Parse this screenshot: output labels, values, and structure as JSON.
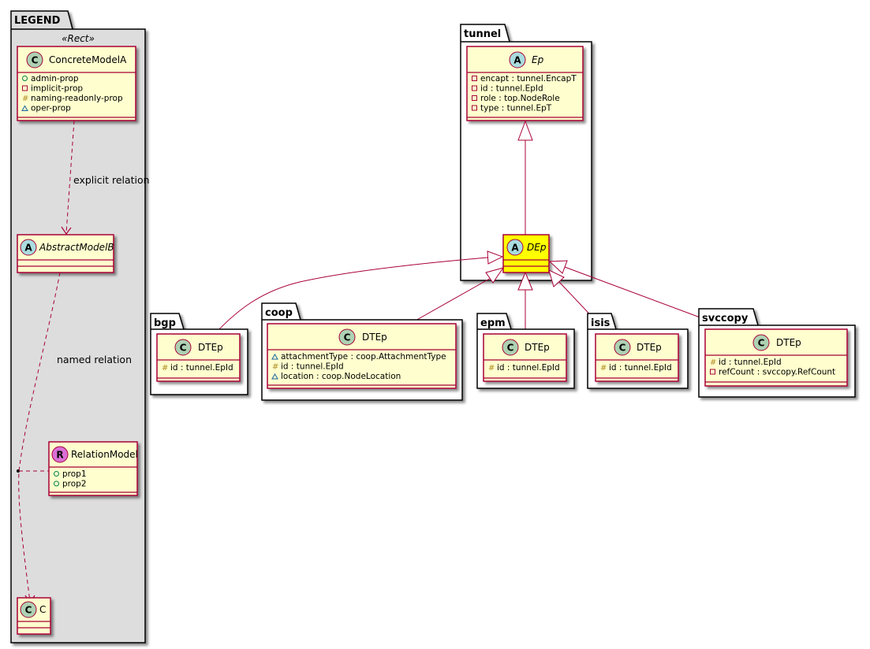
{
  "colors": {
    "class_fill": "#FEFECE",
    "class_border": "#A80036",
    "highlight_fill": "#FFFF00",
    "package_fill": "#FFFFFF",
    "legend_fill": "#DDDDDD",
    "circle_class": "#ADD1B2",
    "circle_abstract": "#A9DCDF",
    "circle_relation": "#DA70D6",
    "line": "#A80036"
  },
  "legend": {
    "title": "LEGEND",
    "stereotype": "«Rect»",
    "concrete": {
      "letter": "C",
      "name": "ConcreteModelA",
      "attrs": [
        {
          "vis": "+",
          "text": "admin-prop"
        },
        {
          "vis": "-",
          "text": "implicit-prop"
        },
        {
          "vis": "#",
          "text": "naming-readonly-prop"
        },
        {
          "vis": "~",
          "text": "oper-prop"
        }
      ]
    },
    "explicit_label": "explicit relation",
    "abstract": {
      "letter": "A",
      "name": "AbstractModelB"
    },
    "named_label": "named relation",
    "relation": {
      "letter": "R",
      "name": "RelationModel",
      "attrs": [
        {
          "vis": "+",
          "text": "prop1"
        },
        {
          "vis": "+",
          "text": "prop2"
        }
      ]
    },
    "c": {
      "letter": "C",
      "name": "C"
    }
  },
  "tunnel": {
    "title": "tunnel",
    "ep": {
      "letter": "A",
      "name": "Ep",
      "attrs": [
        {
          "vis": "-",
          "text": "encapt : tunnel.EncapT"
        },
        {
          "vis": "-",
          "text": "id : tunnel.EpId"
        },
        {
          "vis": "-",
          "text": "role : top.NodeRole"
        },
        {
          "vis": "-",
          "text": "type : tunnel.EpT"
        }
      ]
    },
    "dep": {
      "letter": "A",
      "name": "DEp"
    }
  },
  "bgp": {
    "title": "bgp",
    "cls": {
      "letter": "C",
      "name": "DTEp",
      "attrs": [
        {
          "vis": "#",
          "text": "id : tunnel.EpId"
        }
      ]
    }
  },
  "coop": {
    "title": "coop",
    "cls": {
      "letter": "C",
      "name": "DTEp",
      "attrs": [
        {
          "vis": "~",
          "text": "attachmentType : coop.AttachmentType"
        },
        {
          "vis": "#",
          "text": "id : tunnel.EpId"
        },
        {
          "vis": "~",
          "text": "location : coop.NodeLocation"
        }
      ]
    }
  },
  "epm": {
    "title": "epm",
    "cls": {
      "letter": "C",
      "name": "DTEp",
      "attrs": [
        {
          "vis": "#",
          "text": "id : tunnel.EpId"
        }
      ]
    }
  },
  "isis": {
    "title": "isis",
    "cls": {
      "letter": "C",
      "name": "DTEp",
      "attrs": [
        {
          "vis": "#",
          "text": "id : tunnel.EpId"
        }
      ]
    }
  },
  "svccopy": {
    "title": "svccopy",
    "cls": {
      "letter": "C",
      "name": "DTEp",
      "attrs": [
        {
          "vis": "#",
          "text": "id : tunnel.EpId"
        },
        {
          "vis": "-",
          "text": "refCount : svccopy.RefCount"
        }
      ]
    }
  }
}
